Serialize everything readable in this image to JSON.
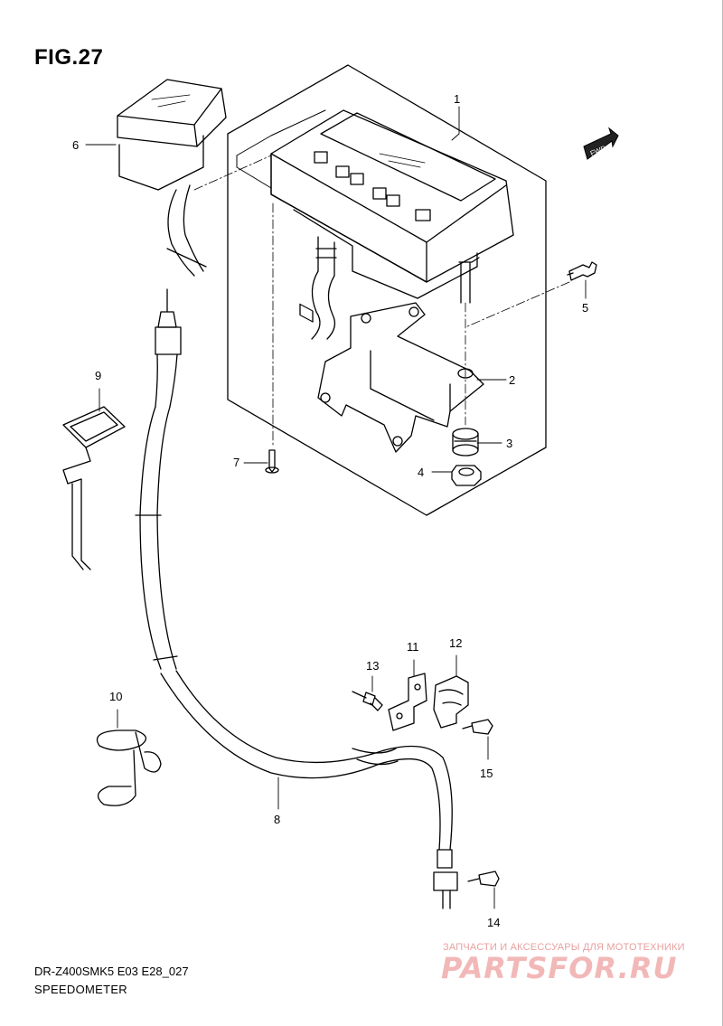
{
  "figure": {
    "title": "FIG.27",
    "model_code": "DR-Z400SMK5 E03 E28_027",
    "model_name": "SPEEDOMETER",
    "direction_marker": "FWD"
  },
  "callouts": [
    "1",
    "2",
    "3",
    "4",
    "5",
    "6",
    "7",
    "8",
    "9",
    "10",
    "11",
    "12",
    "13",
    "14",
    "15"
  ],
  "watermark": {
    "subtitle": "ЗАПЧАСТИ И АКСЕССУАРЫ ДЛЯ МОТОТЕХНИКИ",
    "logo": "PARTSFOR.RU",
    "color": "#f2b8b8"
  }
}
